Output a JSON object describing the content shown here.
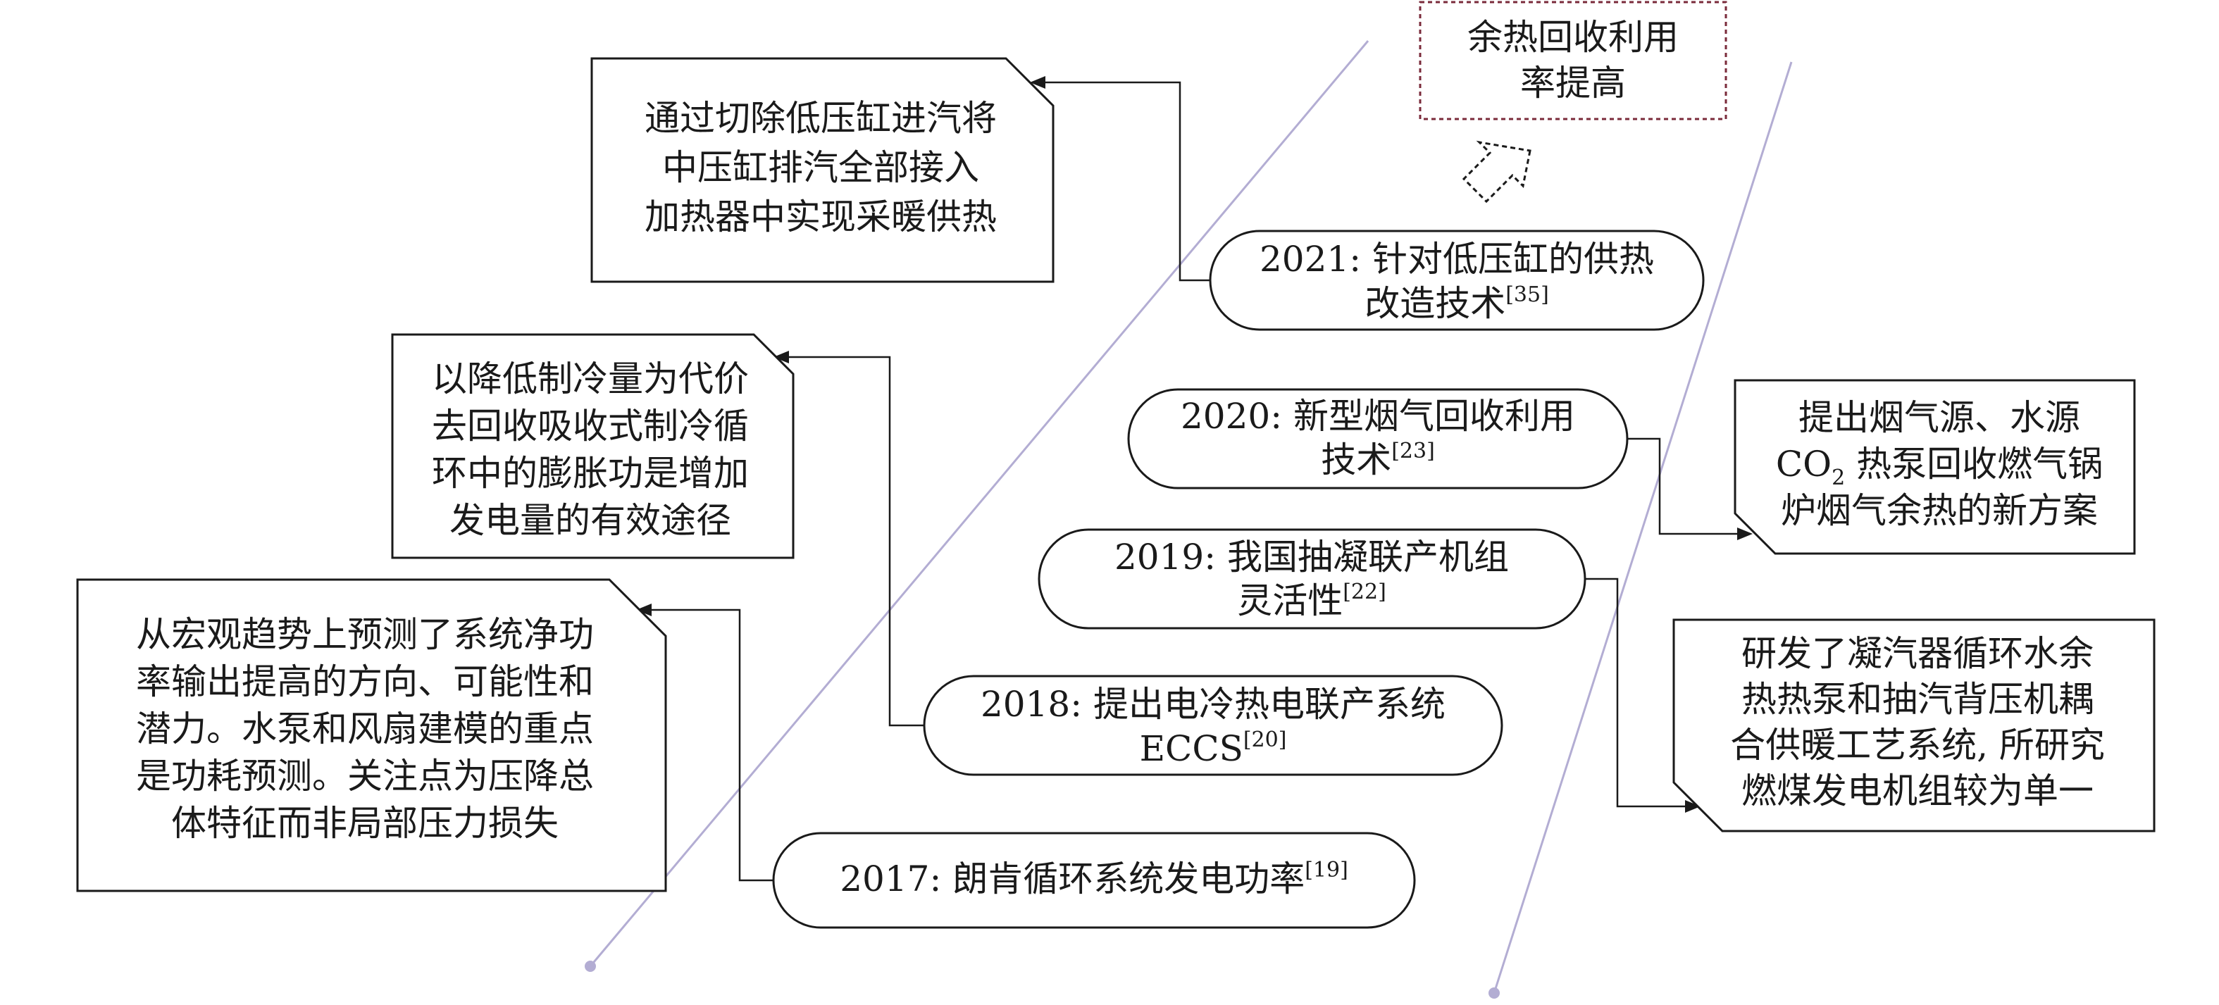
{
  "timeline_nodes": [
    {
      "id": "2021",
      "lines": [
        "2021: 针对低压缸的供热",
        "改造技术"
      ],
      "ref": "[35]"
    },
    {
      "id": "2020",
      "lines": [
        "2020: 新型烟气回收利用",
        "技术"
      ],
      "ref": "[23]"
    },
    {
      "id": "2019",
      "lines": [
        "2019: 我国抽凝联产机组",
        "灵活性"
      ],
      "ref": "[22]"
    },
    {
      "id": "2018",
      "lines": [
        "2018: 提出电冷热电联产系统",
        "ECCS"
      ],
      "ref": "[20]"
    },
    {
      "id": "2017",
      "lines": [
        "2017: 朗肯循环系统发电功率"
      ],
      "ref": "[19]"
    }
  ],
  "notes": {
    "n2021": [
      "通过切除低压缸进汽将",
      "中压缸排汽全部接入",
      "加热器中实现采暖供热"
    ],
    "n2018": [
      "以降低制冷量为代价",
      "去回收吸收式制冷循",
      "环中的膨胀功是增加",
      "发电量的有效途径"
    ],
    "n2017": [
      "从宏观趋势上预测了系统净功",
      "率输出提高的方向、可能性和",
      "潜力。水泵和风扇建模的重点",
      "是功耗预测。关注点为压降总",
      "体特征而非局部压力损失"
    ],
    "n2020": {
      "line1": "提出烟气源、水源",
      "line2_pre": "CO",
      "line2_sub": "2",
      "line2_post": " 热泵回收燃气锅",
      "line3": "炉烟气余热的新方案"
    },
    "n2019": [
      "研发了凝汽器循环水余",
      "热热泵和抽汽背压机耦",
      "合供暖工艺系统, 所研究",
      "燃煤发电机组较为单一"
    ]
  },
  "future": [
    "余热回收利用",
    "率提高"
  ],
  "colors": {
    "timeline": "#b3add3",
    "dashed_border": "#7a2a3a",
    "stroke": "#1a1a1a"
  }
}
